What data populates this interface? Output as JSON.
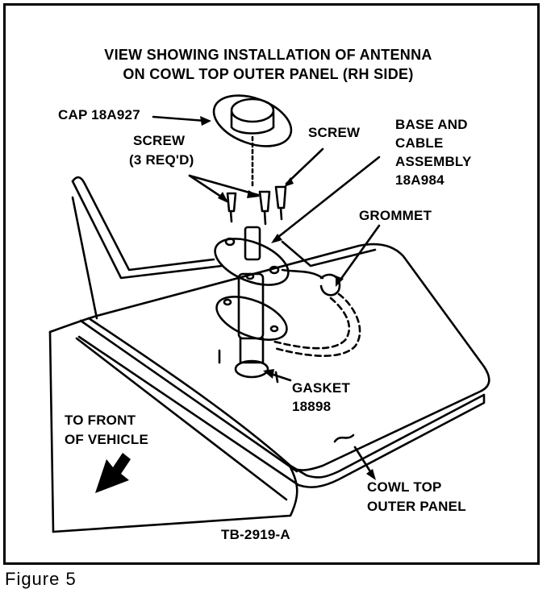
{
  "title": {
    "line1": "VIEW SHOWING INSTALLATION OF ANTENNA",
    "line2": "ON COWL TOP OUTER PANEL (RH SIDE)"
  },
  "labels": {
    "cap": "CAP 18A927",
    "screw_left_1": "SCREW",
    "screw_left_2": "(3 REQ'D)",
    "screw_right": "SCREW",
    "base_1": "BASE AND",
    "base_2": "CABLE",
    "base_3": "ASSEMBLY",
    "base_4": "18A984",
    "grommet": "GROMMET",
    "gasket_1": "GASKET",
    "gasket_2": "18898",
    "front_1": "TO FRONT",
    "front_2": "OF VEHICLE",
    "cowl_1": "COWL TOP",
    "cowl_2": "OUTER PANEL"
  },
  "drawing_number": "TB-2919-A",
  "caption": "Figure 5"
}
